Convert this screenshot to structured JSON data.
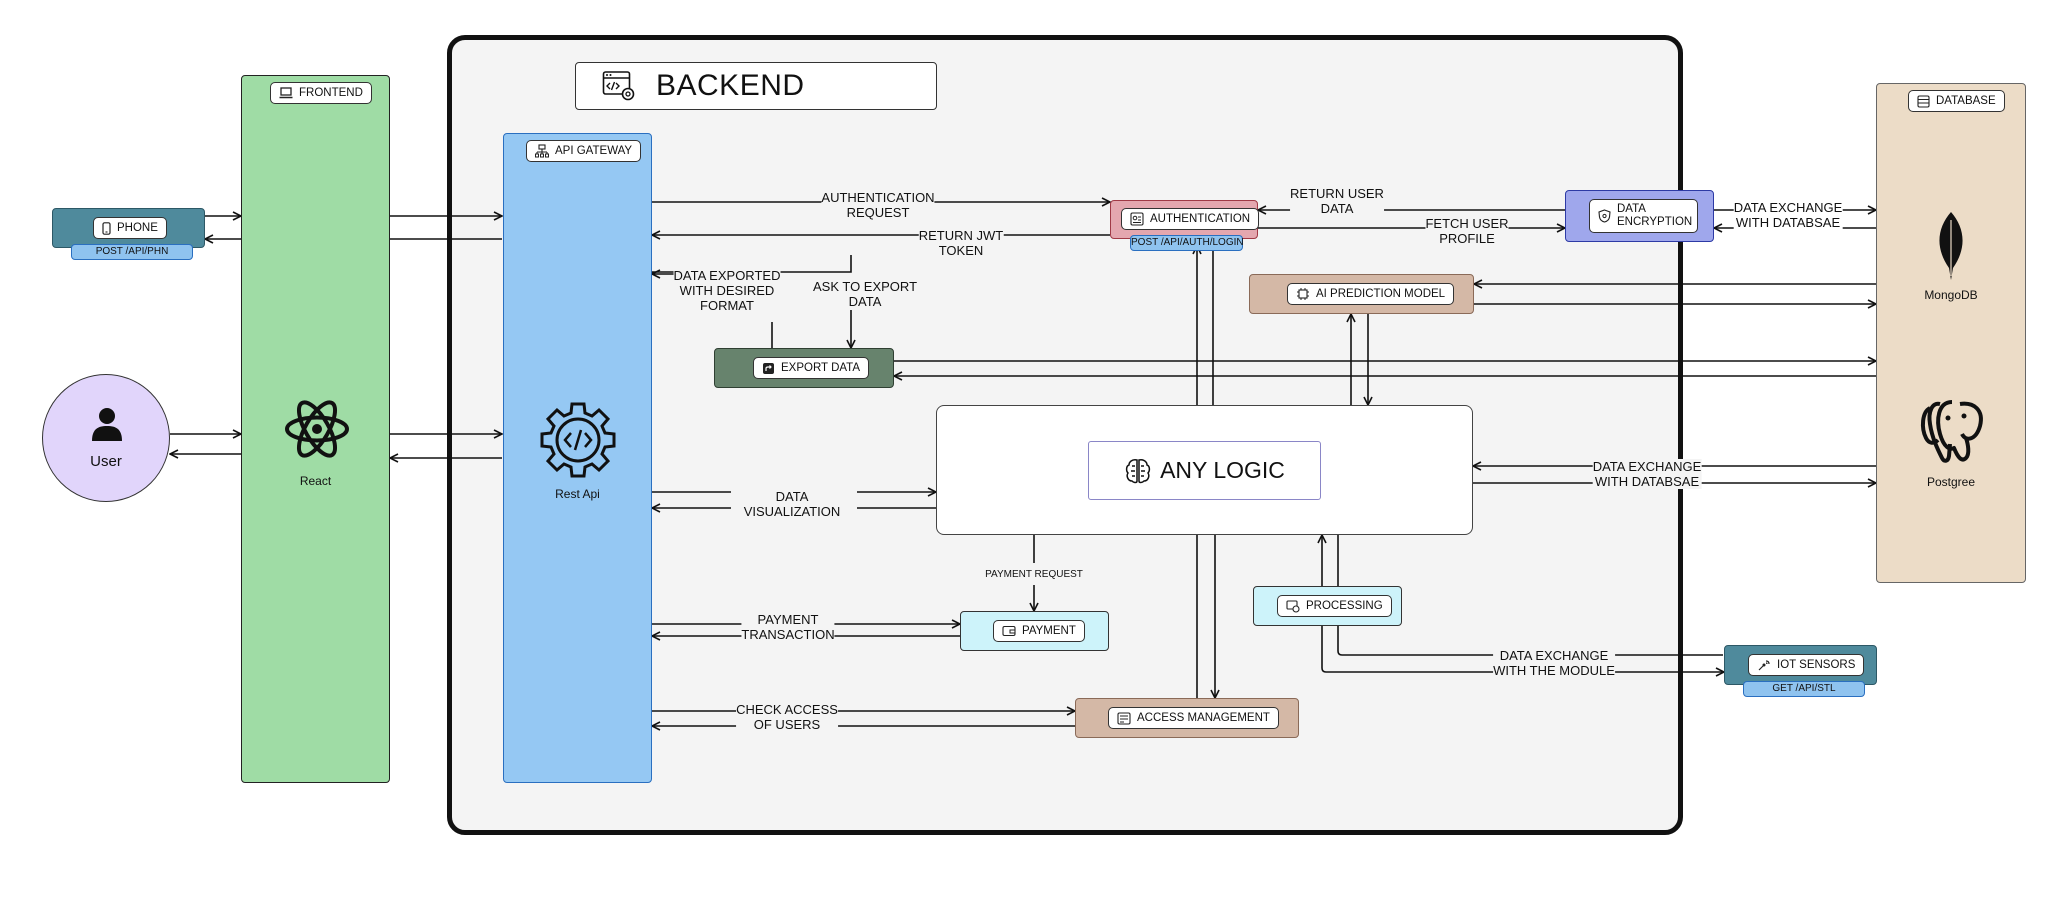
{
  "backend": {
    "title": "BACKEND"
  },
  "frontend": {
    "badge": "FRONTEND",
    "framework_label": "React"
  },
  "gateway": {
    "badge": "API GATEWAY",
    "center_label": "Rest Api"
  },
  "database": {
    "badge": "DATABASE",
    "mongo_label": "MongoDB",
    "postgres_label": "Postgree"
  },
  "phone": {
    "label": "PHONE",
    "endpoint": "POST /API/PHN"
  },
  "user": {
    "label": "User"
  },
  "auth": {
    "label": "AUTHENTICATION",
    "endpoint": "POST /API/AUTH/LOGIN"
  },
  "encryption": {
    "label": "DATA ENCRYPTION"
  },
  "ai_model": {
    "label": "AI PREDICTION MODEL"
  },
  "export": {
    "label": "EXPORT DATA"
  },
  "anylogic": {
    "label": "ANY LOGIC"
  },
  "processing": {
    "label": "PROCESSING"
  },
  "payment": {
    "label": "PAYMENT"
  },
  "access": {
    "label": "ACCESS MANAGEMENT"
  },
  "iot": {
    "label": "IOT SENSORS",
    "endpoint": "GET /API/STL"
  },
  "edges": {
    "auth_request": "AUTHENTICATION\nREQUEST",
    "return_jwt": "RETURN JWT\nTOKEN",
    "return_user_data": "RETURN USER\nDATA",
    "fetch_user_profile": "FETCH USER\nPROFILE",
    "data_exchange_db_top": "DATA EXCHANGE\nWITH DATABSAE",
    "data_exported": "DATA EXPORTED\nWITH DESIRED\nFORMAT",
    "ask_export": "ASK TO EXPORT\nDATA",
    "data_viz": "DATA\nVISUALIZATION",
    "data_exchange_db_mid": "DATA EXCHANGE\nWITH DATABSAE",
    "payment_request": "PAYMENT REQUEST",
    "payment_transaction": "PAYMENT\nTRANSACTION",
    "data_exchange_module": "DATA EXCHANGE\nWITH THE MODULE",
    "check_access": "CHECK ACCESS\nOF USERS"
  },
  "colors": {
    "frontend": "#9fdca5",
    "gateway": "#95c8f3",
    "database": "#ecdcc7",
    "phone": "#4f8a9c",
    "user": "#e1d5fb",
    "auth": "#e4a7af",
    "encryption": "#9fa7ec",
    "ai_model": "#d4b8a6",
    "export": "#67836d",
    "processing": "#cdf3fa",
    "payment": "#cdf3fa",
    "access": "#d4b8a6",
    "iot": "#4f8a9c"
  }
}
